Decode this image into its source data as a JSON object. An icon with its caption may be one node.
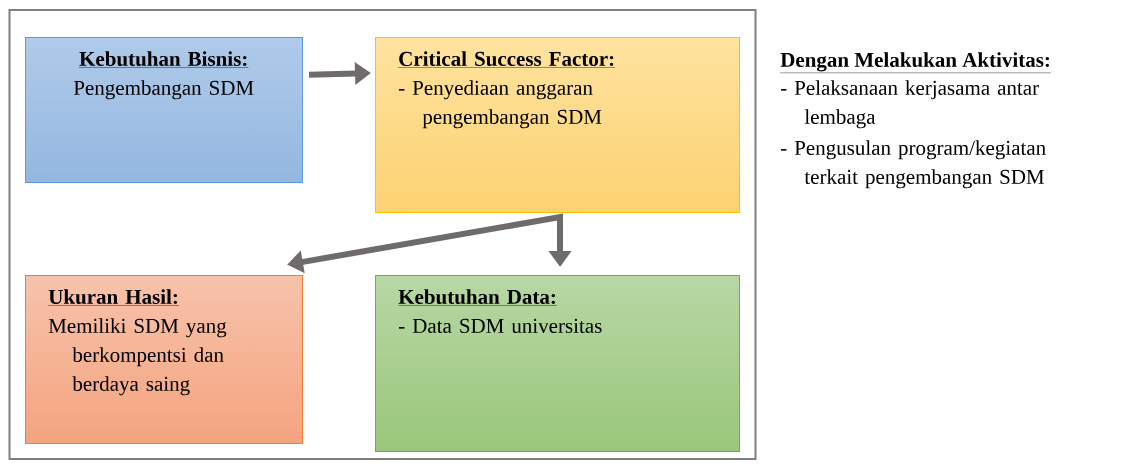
{
  "diagram": {
    "nodes": [
      {
        "text": [],
        "shape": "box"
      },
      {
        "text": [
          "Kebutuhan Bisnis:",
          "Pengembangan SDM"
        ],
        "in": 0
      },
      {
        "text": [
          "Critical Success Factor:",
          "- Penyediaan anggaran pengembangan SDM"
        ],
        "in": 0
      },
      {
        "text": [
          "Ukuran Hasil:",
          "Memiliki SDM yang berkompentsi dan berdaya saing"
        ],
        "in": 0
      },
      {
        "text": [
          "Kebutuhan Data:",
          "- Data SDM universitas"
        ],
        "in": 0
      }
    ],
    "edges": [
      {
        "from": 1,
        "to": 2,
        "arrow": "to"
      },
      {
        "from": 2,
        "to": 3,
        "arrow": "to"
      },
      {
        "from": 2,
        "to": 4,
        "arrow": "to"
      }
    ],
    "labels": [
      "Dengan Melakukan Aktivitas:",
      "- Pelaksanaan kerjasama antar lembaga",
      "- Pengusulan program/kegiatan terkait pengembangan SDM"
    ]
  }
}
